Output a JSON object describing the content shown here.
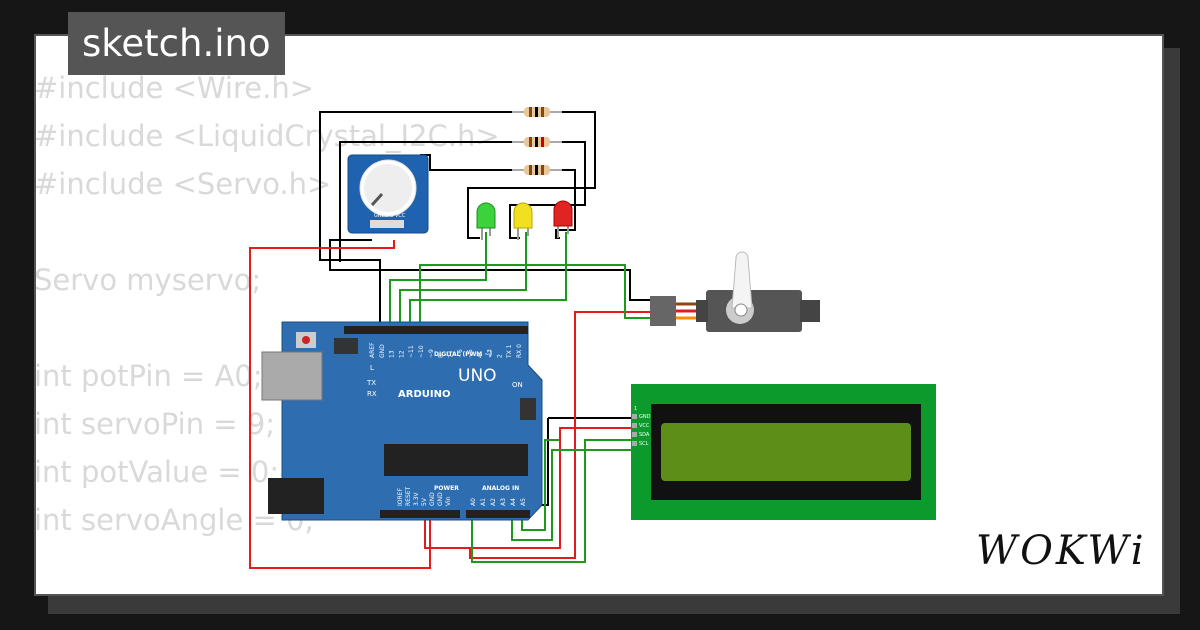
{
  "tab": {
    "filename": "sketch.ino"
  },
  "code_lines": [
    "#include <Wire.h>",
    "#include <LiquidCrystal_I2C.h>",
    "#include <Servo.h>",
    "",
    "Servo myservo;",
    "",
    "int potPin = A0;",
    "int servoPin = 9;",
    "int potValue = 0;",
    "int servoAngle = 0;"
  ],
  "board": {
    "brand": "ARDUINO",
    "model": "UNO",
    "on_label": "ON",
    "digital_label": "DIGITAL (PWM ~)",
    "power_label": "POWER",
    "analog_label": "ANALOG IN",
    "led_l": "L",
    "led_tx": "TX",
    "led_rx": "RX",
    "header_top": [
      "AREF",
      "GND",
      "13",
      "12",
      "~11",
      "~10",
      "~9",
      "8",
      "7",
      "~6",
      "~5",
      "4",
      "~3",
      "2",
      "TX 1",
      "RX 0"
    ],
    "header_power": [
      "IOREF",
      "RESET",
      "3.3V",
      "5V",
      "GND",
      "GND",
      "Vin"
    ],
    "header_analog": [
      "A0",
      "A1",
      "A2",
      "A3",
      "A4",
      "A5"
    ]
  },
  "pot": {
    "pins": [
      "GND",
      "SIG",
      "VCC"
    ]
  },
  "lcd": {
    "pins": [
      "GND",
      "VCC",
      "SDA",
      "SCL"
    ],
    "pin1": "1"
  },
  "leds": {
    "colors": [
      "#3bd23b",
      "#f0e020",
      "#e02424"
    ]
  },
  "wire_colors": {
    "black": "#000000",
    "red": "#e41a1c",
    "green": "#1d9a1d"
  },
  "brand_logo": "WOKWi"
}
